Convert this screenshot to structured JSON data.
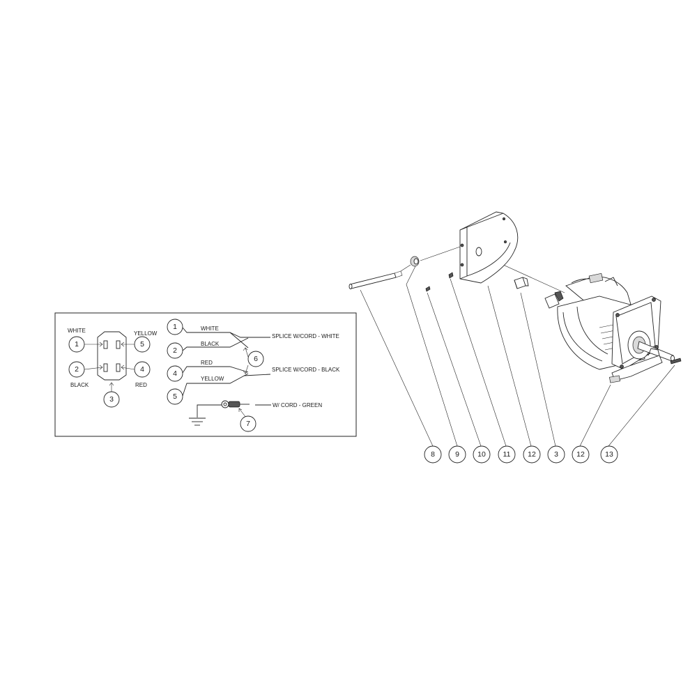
{
  "schematic": {
    "terminal_labels": {
      "white": "WHITE",
      "yellow": "YELLOW",
      "black": "BLACK",
      "red": "RED"
    },
    "callouts": [
      "1",
      "2",
      "3",
      "4",
      "5",
      "6",
      "7"
    ],
    "wire_labels": {
      "white": "WHITE",
      "black": "BLACK",
      "red": "RED",
      "yellow": "YELLOW"
    },
    "splice_white": "SPLICE W/CORD - WHITE",
    "splice_black": "SPLICE W/CORD - BLACK",
    "ground_cord": "W/ CORD - GREEN"
  },
  "exploded_view": {
    "callouts": [
      "8",
      "9",
      "10",
      "11",
      "12",
      "3",
      "12",
      "13"
    ]
  }
}
